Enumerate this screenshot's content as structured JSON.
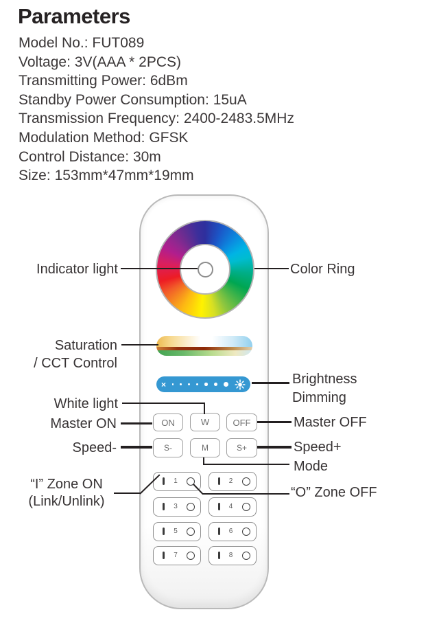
{
  "header": {
    "title": "Parameters"
  },
  "specs": [
    {
      "label": "Model No.:",
      "value": "FUT089"
    },
    {
      "label": "Voltage:",
      "value": "3V(AAA * 2PCS)"
    },
    {
      "label": "Transmitting Power:",
      "value": "6dBm"
    },
    {
      "label": "Standby Power Consumption:",
      "value": "15uA"
    },
    {
      "label": "Transmission Frequency:",
      "value": "2400-2483.5MHz"
    },
    {
      "label": "Modulation Method:",
      "value": "GFSK"
    },
    {
      "label": "Control Distance:",
      "value": "30m"
    },
    {
      "label": "Size:",
      "value": "153mm*47mm*19mm"
    }
  ],
  "remote": {
    "buttons": {
      "master_on": "ON",
      "white": "W",
      "master_off": "OFF",
      "speed_minus": "S-",
      "mode": "M",
      "speed_plus": "S+"
    },
    "zones": [
      "1",
      "2",
      "3",
      "4",
      "5",
      "6",
      "7",
      "8"
    ],
    "brightness_bar": {
      "min_icon_glyph": "×",
      "max_icon": "sun-icon"
    }
  },
  "callouts": {
    "indicator_light": "Indicator light",
    "color_ring": "Color Ring",
    "saturation_line1": "Saturation",
    "saturation_line2": "/ CCT Control",
    "brightness_line1": "Brightness",
    "brightness_line2": "Dimming",
    "white_light": "White light",
    "master_on": "Master ON",
    "master_off": "Master OFF",
    "speed_minus": "Speed-",
    "speed_plus": "Speed+",
    "mode": "Mode",
    "zone_on_line1": "“I” Zone ON",
    "zone_on_line2": "(Link/Unlink)",
    "zone_off": "“O” Zone OFF"
  },
  "colors": {
    "brightness_bar_blue": "#3598d2",
    "text": "#373334",
    "callout_line": "#231f20"
  }
}
